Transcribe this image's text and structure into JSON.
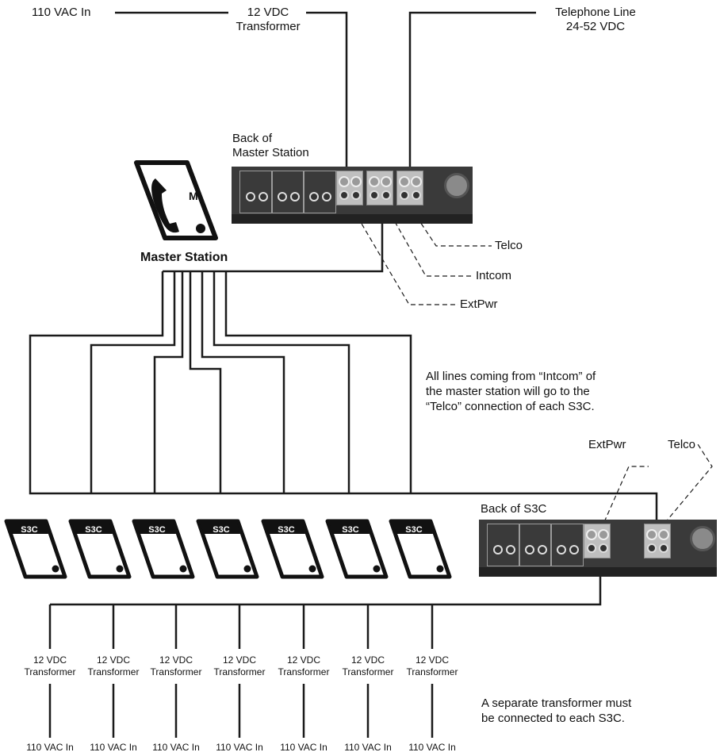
{
  "top": {
    "ac_in": "110 VAC In",
    "transformer_line1": "12 VDC",
    "transformer_line2": "Transformer",
    "telephone_line1": "Telephone Line",
    "telephone_line2": "24-52 VDC"
  },
  "master": {
    "back_label_line1": "Back of",
    "back_label_line2": "Master Station",
    "icon_letter": "M",
    "title": "Master Station",
    "terminals": [
      "Telco",
      "Intcom",
      "ExtPwr"
    ]
  },
  "note_lines": {
    "line1": "All lines coming from “Intcom” of",
    "line2": "the master station will go to the",
    "line3": "“Telco” connection of each S3C."
  },
  "s3c": {
    "back_label": "Back of S3C",
    "extpwr_label": "ExtPwr",
    "telco_label": "Telco",
    "unit_label": "S3C",
    "units": [
      1,
      2,
      3,
      4,
      5,
      6,
      7
    ]
  },
  "bottom": {
    "transformer_line1": "12 VDC",
    "transformer_line2": "Transformer",
    "ac_in": "110 VAC In"
  },
  "footer_note": {
    "line1": "A separate transformer must",
    "line2": "be connected to each S3C."
  }
}
